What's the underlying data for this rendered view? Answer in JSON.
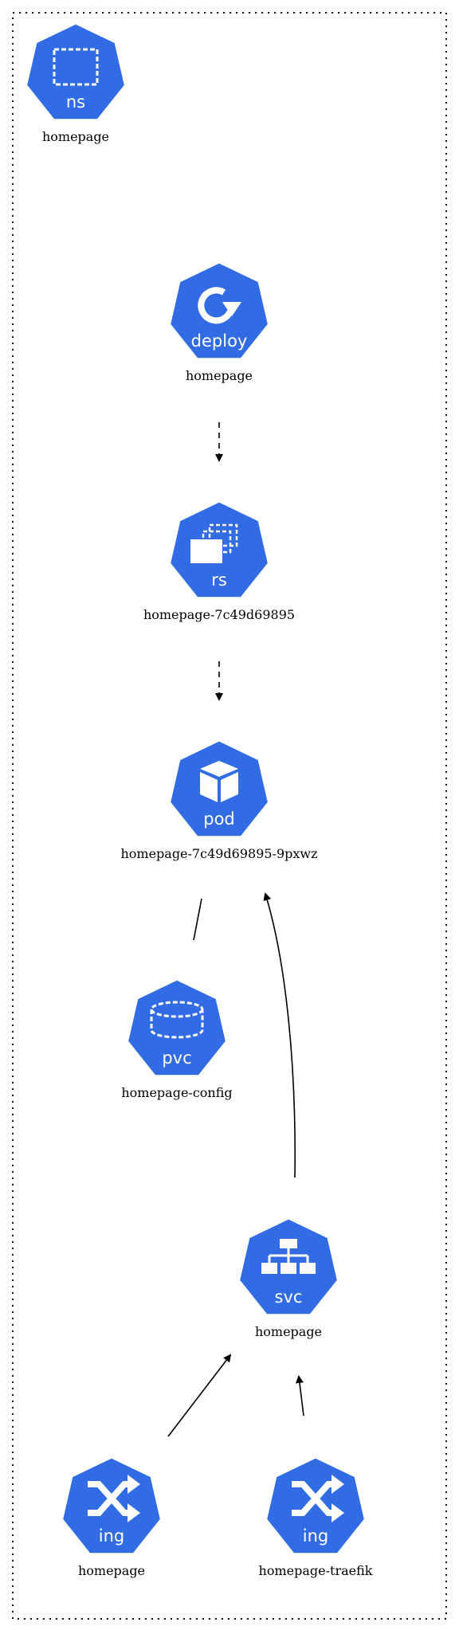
{
  "colors": {
    "node_fill": "#326CE5",
    "node_stroke": "#ffffff",
    "edge": "#000000",
    "frame": "#000000"
  },
  "nodes": {
    "namespace": {
      "kind": "ns",
      "label": "homepage",
      "icon": "namespace-icon"
    },
    "deployment": {
      "kind": "deploy",
      "label": "homepage",
      "icon": "deployment-icon"
    },
    "replicaset": {
      "kind": "rs",
      "label": "homepage-7c49d69895",
      "icon": "replicaset-icon"
    },
    "pod": {
      "kind": "pod",
      "label": "homepage-7c49d69895-9pxwz",
      "icon": "pod-icon"
    },
    "pvc": {
      "kind": "pvc",
      "label": "homepage-config",
      "icon": "pvc-icon"
    },
    "service": {
      "kind": "svc",
      "label": "homepage",
      "icon": "service-icon"
    },
    "ingress": {
      "kind": "ing",
      "label": "homepage",
      "icon": "ingress-icon"
    },
    "ingress_traefik": {
      "kind": "ing",
      "label": "homepage-traefik",
      "icon": "ingress-icon"
    }
  },
  "edges": [
    {
      "from": "deployment",
      "to": "replicaset",
      "style": "dashed",
      "arrow": true
    },
    {
      "from": "replicaset",
      "to": "pod",
      "style": "dashed",
      "arrow": true
    },
    {
      "from": "pod",
      "to": "pvc",
      "style": "solid",
      "arrow": false
    },
    {
      "from": "service",
      "to": "pod",
      "style": "solid",
      "arrow": true
    },
    {
      "from": "ingress",
      "to": "service",
      "style": "solid",
      "arrow": true
    },
    {
      "from": "ingress_traefik",
      "to": "service",
      "style": "solid",
      "arrow": true
    }
  ]
}
